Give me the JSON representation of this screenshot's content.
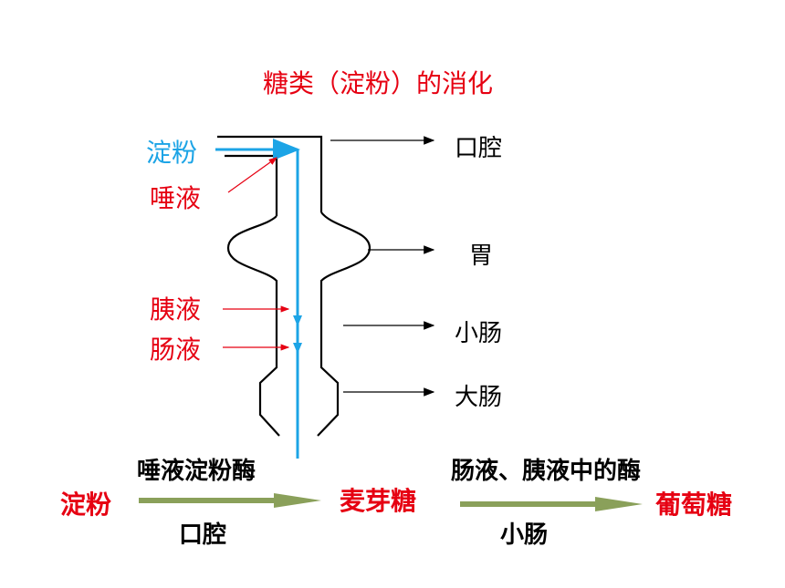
{
  "title": "糖类（淀粉）的消化",
  "left_labels": {
    "starch": "淀粉",
    "saliva": "唾液",
    "pancreatic_juice": "胰液",
    "intestinal_juice": "肠液"
  },
  "organs": {
    "mouth": "口腔",
    "stomach": "胃",
    "small_intestine": "小肠",
    "large_intestine": "大肠"
  },
  "equation": {
    "start": "淀粉",
    "enzyme1": "唾液淀粉酶",
    "location1": "口腔",
    "intermediate": "麦芽糖",
    "enzyme2": "肠液、胰液中的酶",
    "location2": "小肠",
    "product": "葡萄糖"
  },
  "colors": {
    "title": "#e60012",
    "starch_path": "#1ca4e6",
    "secretion": "#e60012",
    "reaction_arrow": "#8aa05a"
  }
}
